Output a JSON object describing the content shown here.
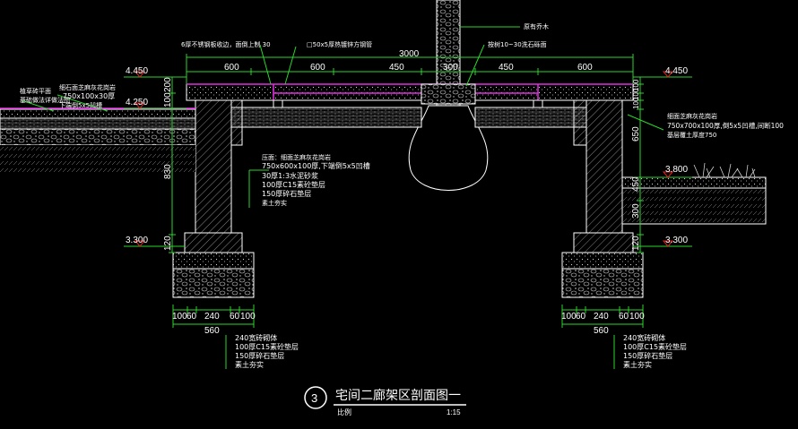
{
  "drawing": {
    "title": "宅间二廊架区剖面图一",
    "number": "3",
    "scale_label": "比例",
    "scale_value": "1:15"
  },
  "top_dims": {
    "total": "3000",
    "segments": [
      "600",
      "600",
      "450",
      "300",
      "450",
      "600"
    ]
  },
  "bottom_dims": {
    "left": {
      "parts": [
        "100",
        "60",
        "240",
        "60",
        "100"
      ],
      "total": "560"
    },
    "right": {
      "parts": [
        "100",
        "60",
        "240",
        "60",
        "100"
      ],
      "total": "560"
    }
  },
  "left_vertical_dims": [
    "200",
    "100",
    "830",
    "120"
  ],
  "right_vertical_dims": [
    "100",
    "100",
    "100",
    "650",
    "450",
    "300",
    "120"
  ],
  "elevations": {
    "top_left": "4.450",
    "mid_left": "4.250",
    "bottom_left": "3.300",
    "top_right": "4.450",
    "mid_right": "3.800",
    "bottom_right": "3.300"
  },
  "annotations": {
    "tree": "原有乔木",
    "deck_gap": "6厚不锈钢板收边，面倒上制 30",
    "steel_pipe": "□50x5厚热镀锌方钢管",
    "grate": "按树10~30洗石砾面",
    "left_paving": "细石面芝麻灰花岗岩",
    "left_paving_size": "750x100x30厚",
    "left_paving_note": "下端倒5x5凹槽",
    "left_lawn_a": "植草砖平面",
    "left_lawn_b": "基础做法详做法图",
    "mid_layers": [
      "压面：细面芝麻灰花岗岩",
      "750x600x100厚,下端倒5x5凹槽",
      "30厚1:3水泥砂浆",
      "100厚C15素砼垫层",
      "150厚碎石垫层",
      "素土夯实"
    ],
    "right_coping_a": "细面芝麻灰花岗岩",
    "right_coping_b": "750x700x100厚,倒5x5凹槽,间断100",
    "right_coping_c": "基层覆土厚度750",
    "footing_left": [
      "240宽砖砌体",
      "100厚C15素砼垫层",
      "150厚碎石垫层",
      "素土夯实"
    ],
    "footing_right": [
      "240宽砖砌体",
      "100厚C15素砼垫层",
      "150厚碎石垫层",
      "素土夯实"
    ]
  },
  "colors": {
    "background": "#000000",
    "dimension": "#2bd42b",
    "outline": "#ffffff",
    "magenta": "#e22de2",
    "red": "#e02020"
  }
}
